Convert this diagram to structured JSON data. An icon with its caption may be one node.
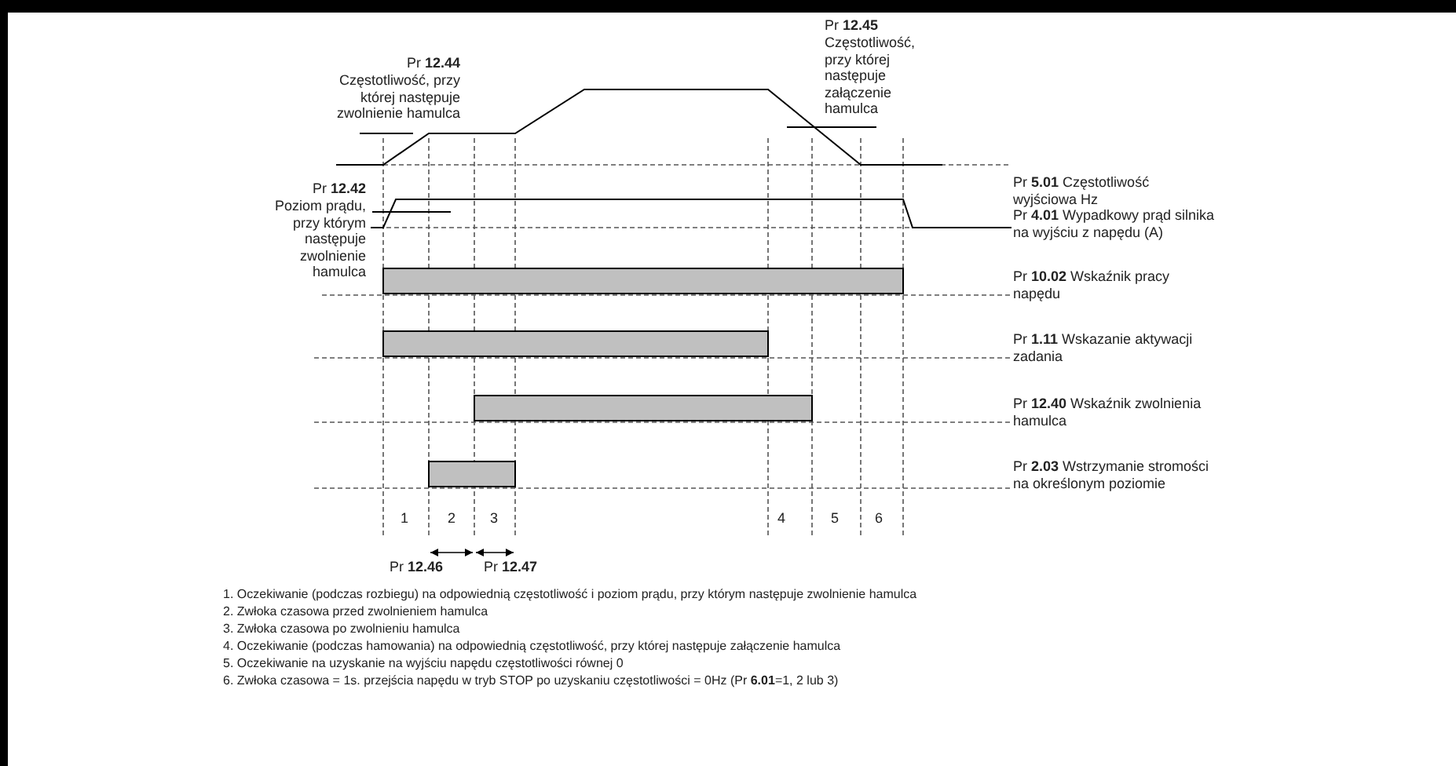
{
  "diagram": {
    "labels": [
      "Pr **12.45**",
      "Częstotliwość, przy której następuje załączenie hamulca",
      "Pr **12.44**",
      "Częstotliwość, przy której następuje zwolnienie hamulca",
      "Pr **12.42**",
      "Pr **5.01** Częstotliwość wyjściowa Hz",
      "Poziom prądu, przy którym następuje zwolnienie hamulca",
      "Pr **4.01** Wypadkowy prąd silnika na wyjściu z napędu (A)",
      "Pr **10.02** Wskaźnik pracy napędu",
      "Pr **1.11** Wskazanie aktywacji zadania",
      "Pr **12.40** Wskaźnik zwolnienia hamulca",
      "Pr **2.03** Wstrzymanie stromości na określonym poziomie",
      "1",
      "2",
      "3",
      "4",
      "5",
      "6",
      "Pr **12.46**",
      "Pr **12.47**",
      "1. Oczekiwanie (podczas rozbiegu) na odpowiednią częstotliwość i poziom prądu, przy którym następuje zwolnienie hamulca",
      "2. Zwłoka czasowa przed zwolnieniem hamulca",
      "3. Zwłoka czasowa po zwolnieniu hamulca",
      "4. Oczekiwanie (podczas hamowania) na odpowiednią częstotliwość, przy której następuje załączenie hamulca",
      "5. Oczekiwanie na uzyskanie na wyjściu napędu częstotliwości równej 0",
      "6. Zwłoka czasowa = 1s. przejścia napędu w tryb STOP po uzyskaniu częstotliwości = 0Hz (Pr **6.01**=1, 2 lub 3)"
    ]
  }
}
